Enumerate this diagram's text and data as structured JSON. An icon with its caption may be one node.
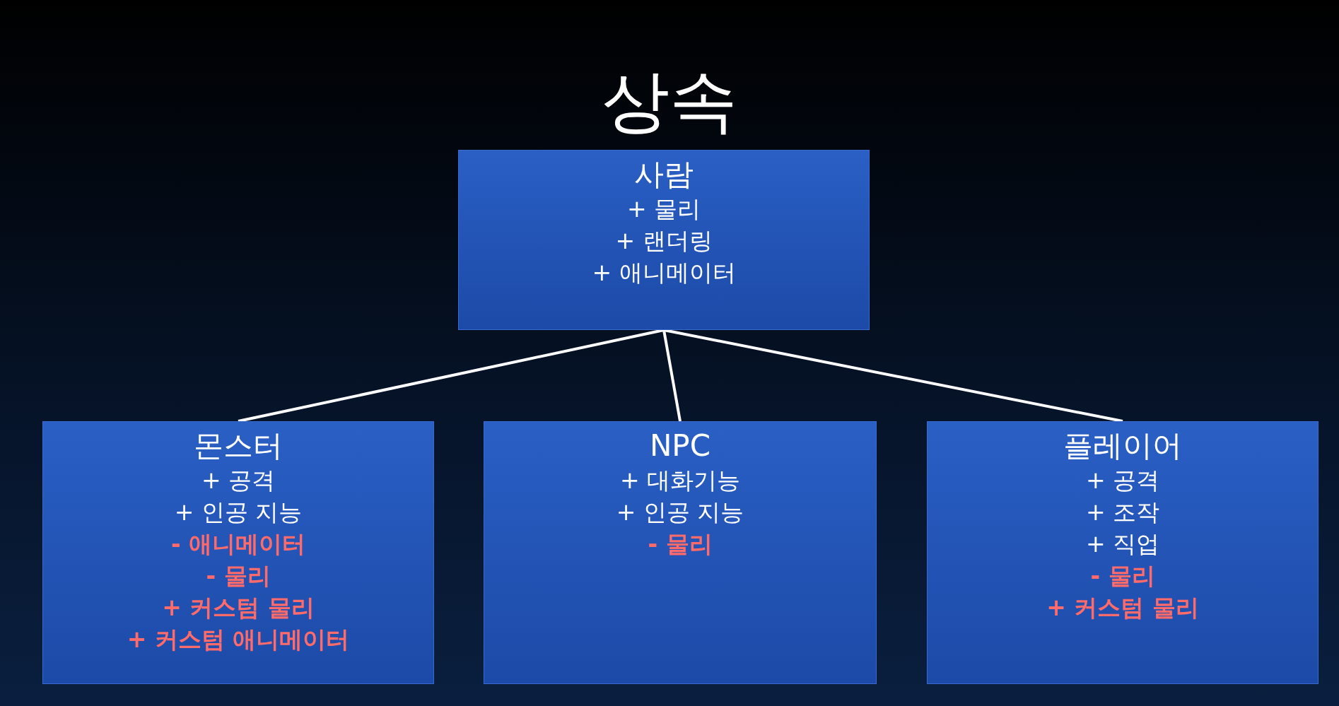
{
  "diagram": {
    "title": "상속",
    "nodes": [
      {
        "text": [
          "사람",
          "+ 물리 + 랜더링 + 애니메이터"
        ]
      },
      {
        "text": [
          "몬스터",
          "+ 공격 + 인공 지능",
          "- 애니메이터 - 물리 + 커스텀 물리 + 커스텀 애니메이터"
        ]
      },
      {
        "text": [
          "NPC",
          "+ 대화기능 + 인공 지능",
          "- 물리"
        ]
      },
      {
        "text": [
          "플레이어",
          "+ 공격 + 조작 + 직업",
          "- 물리 + 커스텀 물리"
        ]
      }
    ],
    "edges": [
      {
        "from": 0,
        "to": 1,
        "arrow": "none"
      },
      {
        "from": 0,
        "to": 2,
        "arrow": "none"
      },
      {
        "from": 0,
        "to": 3,
        "arrow": "none"
      }
    ]
  }
}
